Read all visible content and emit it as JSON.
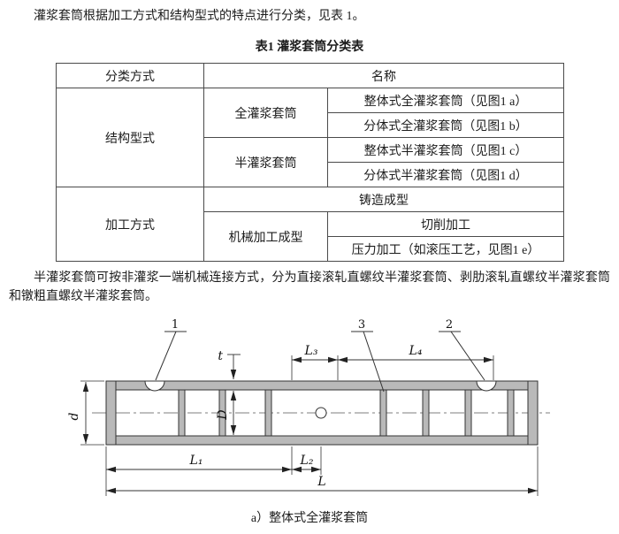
{
  "page": {
    "paragraph1": "灌浆套筒根据加工方式和结构型式的特点进行分类，见表 1。",
    "paragraph2": "半灌浆套筒可按非灌浆一端机械连接方式，分为直接滚轧直螺纹半灌浆套筒、剥肋滚轧直螺纹半灌浆套筒和镦粗直螺纹半灌浆套筒。"
  },
  "table": {
    "title": "表1 灌浆套筒分类表",
    "header": [
      "分类方式",
      "名称"
    ],
    "structure": {
      "label": "结构型式",
      "full_sleeve": "全灌浆套筒",
      "full_integral": "整体式全灌浆套筒（见图1 a）",
      "full_split": "分体式全灌浆套筒（见图1 b）",
      "half_sleeve": "半灌浆套筒",
      "half_integral": "整体式半灌浆套筒（见图1 c）",
      "half_split": "分体式半灌浆套筒（见图1 d）"
    },
    "processing": {
      "label": "加工方式",
      "casting": "铸造成型",
      "machining": "机械加工成型",
      "cutting": "切削加工",
      "pressure": "压力加工（如滚压工艺，见图1 e）"
    }
  },
  "figure": {
    "caption": "a）整体式全灌浆套筒",
    "callouts": {
      "c1": "1",
      "c2": "2",
      "c3": "3"
    },
    "dims": {
      "d": "d",
      "D": "D",
      "t": "t",
      "L": "L",
      "L1": "L₁",
      "L2": "L₂",
      "L3": "L₃",
      "L4": "L₄"
    }
  }
}
